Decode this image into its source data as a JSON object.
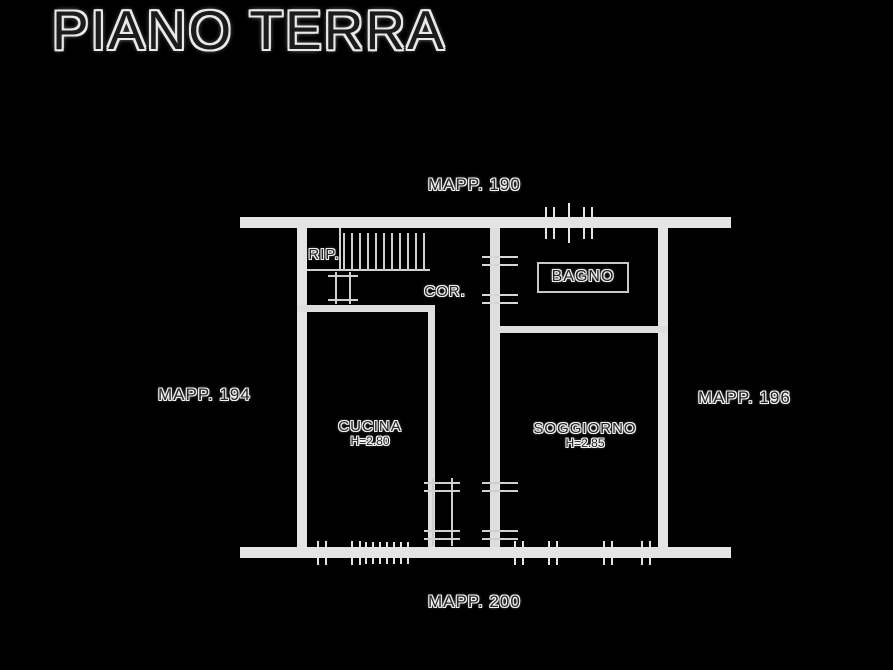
{
  "title": "PIANO TERRA",
  "labels": {
    "mapp_190": "MAPP. 190",
    "mapp_194": "MAPP. 194",
    "mapp_196": "MAPP. 196",
    "mapp_200": "MAPP. 200"
  },
  "rooms": {
    "rip": "RIP.",
    "cor": "COR.",
    "bagno": "BAGNO",
    "cucina": "CUCINA",
    "cucina_height": "H=2.80",
    "soggiorno": "SOGGIORNO",
    "soggiorno_height": "H=2.85"
  },
  "colors": {
    "background": "#000000",
    "wall_line": "#e4e4e4",
    "thin_line": "#c9c9c9",
    "text": "#242424",
    "text_halo": "#ffffff"
  }
}
